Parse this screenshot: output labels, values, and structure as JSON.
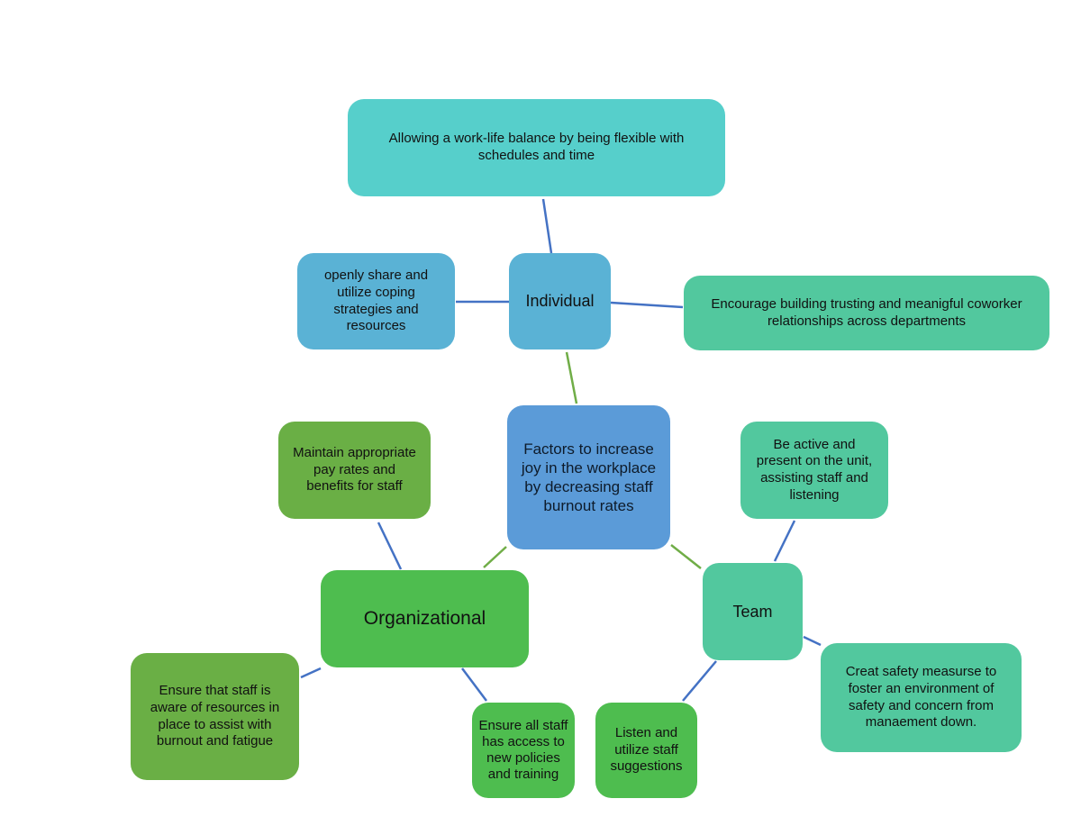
{
  "colors": {
    "teal_light": "#56CFCB",
    "teal_blue": "#5AB2D5",
    "blue_center": "#5B9BD8",
    "green_mid": "#6AAF45",
    "green_bright": "#4EBD4F",
    "mint": "#52C89E",
    "connector_blue": "#4472C4",
    "connector_green": "#70AD47"
  },
  "nodes": {
    "center": {
      "text": "Factors to increase joy in the workplace by decreasing staff burnout rates"
    },
    "individual": {
      "text": "Individual"
    },
    "work_life": {
      "text": "Allowing a work-life balance by being flexible with schedules and time"
    },
    "coping": {
      "text": "openly share and utilize coping strategies and resources"
    },
    "relationships": {
      "text": "Encourage building trusting and meanigful coworker relationships across departments"
    },
    "organizational": {
      "text": "Organizational"
    },
    "pay": {
      "text": "Maintain appropriate pay rates and benefits for staff"
    },
    "resources": {
      "text": "Ensure that staff is aware of resources in place to assist with burnout and fatigue"
    },
    "policies": {
      "text": "Ensure all staff has access to new policies and training"
    },
    "team": {
      "text": "Team"
    },
    "active": {
      "text": "Be active and present on the unit, assisting staff and listening"
    },
    "safety": {
      "text": "Creat safety measurse to foster an environment of safety and concern from manaement down."
    },
    "listen": {
      "text": "Listen and utilize staff suggestions"
    }
  }
}
